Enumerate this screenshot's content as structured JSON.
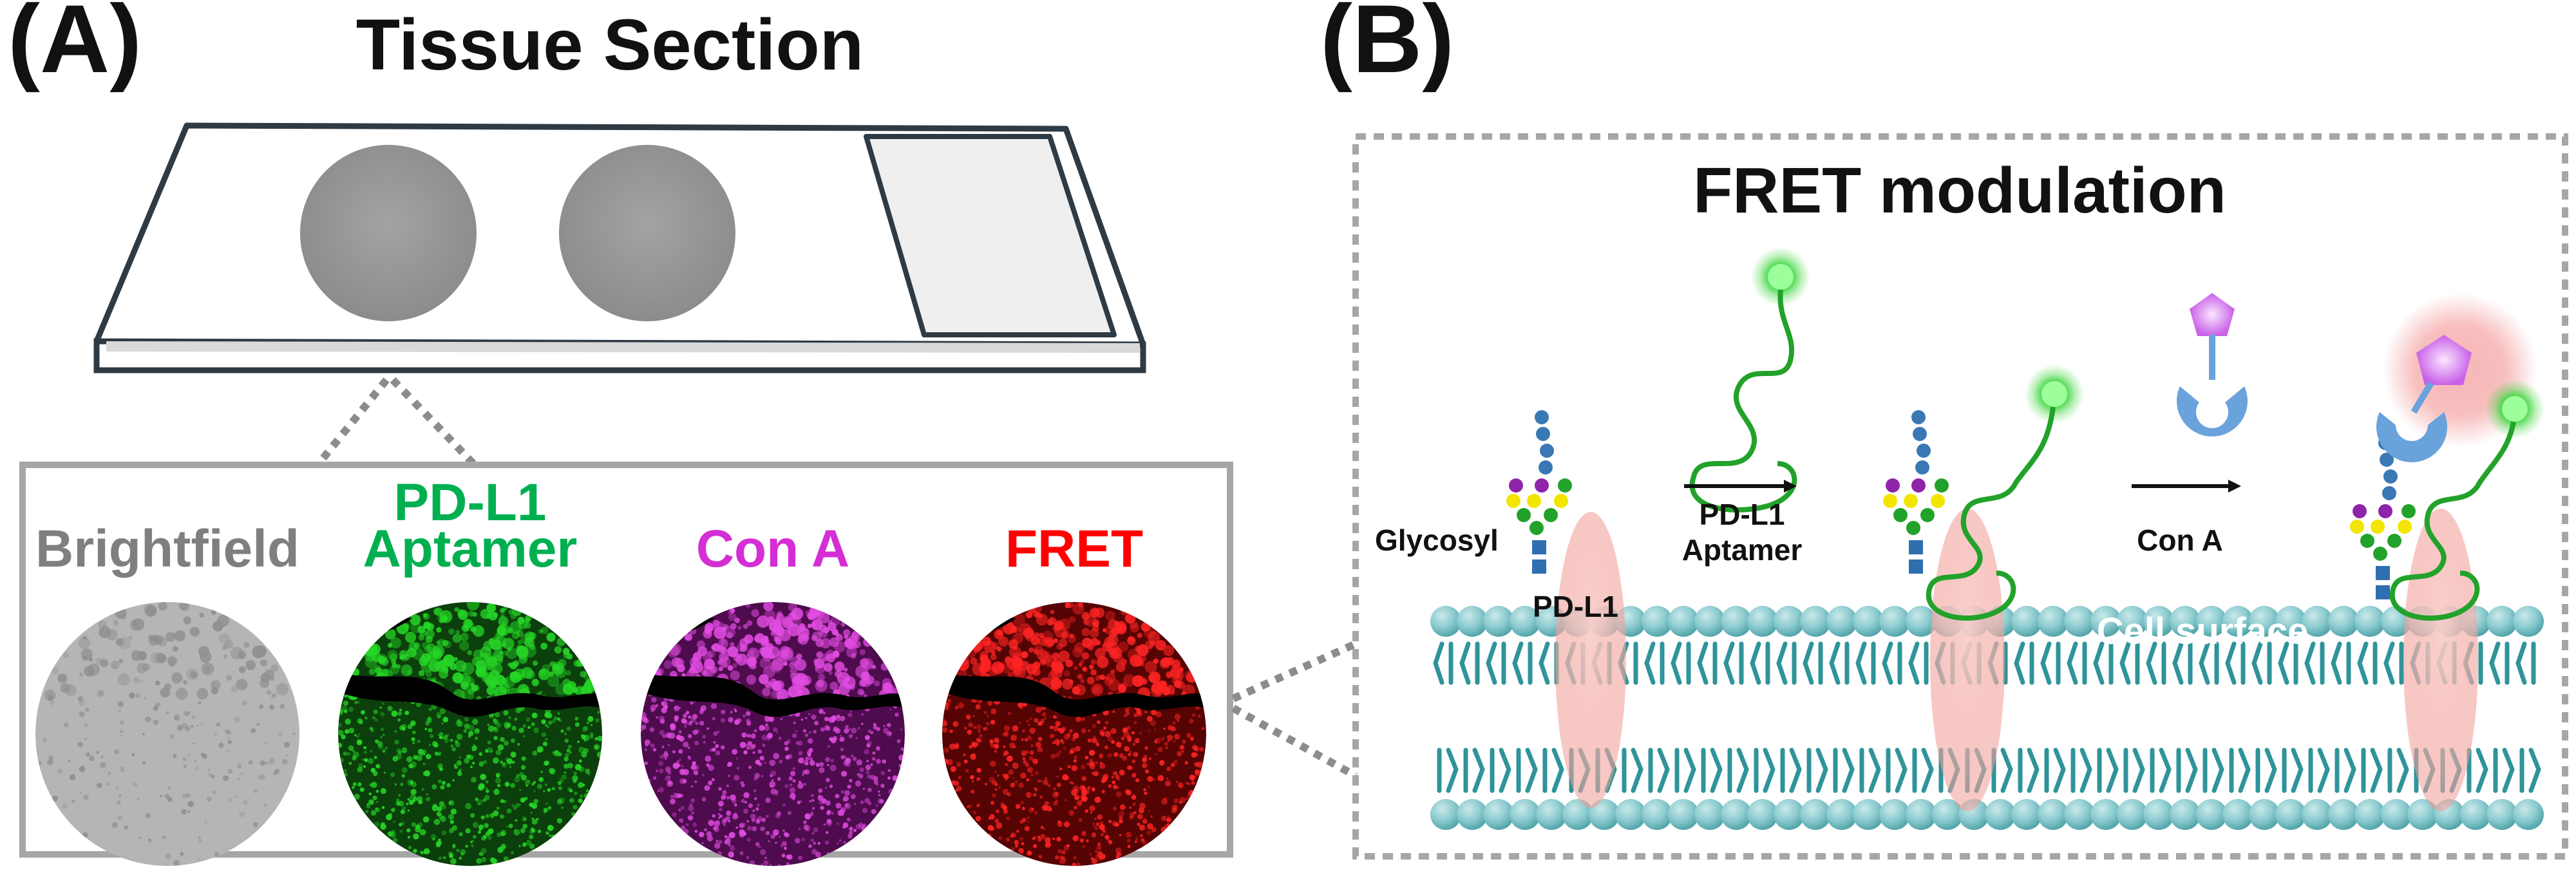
{
  "panel_a": {
    "label": "(A)",
    "title": "Tissue Section",
    "channels": [
      {
        "label": "Brightfield",
        "color": "#7f7f7f",
        "disk": "#b8b8b8",
        "speck": "#8f8f8f"
      },
      {
        "label_line1": "PD-L1",
        "label_line2": "Aptamer",
        "color": "#00b050",
        "disk": "#0b4d0b",
        "speck": "#26d626"
      },
      {
        "label": "Con A",
        "color": "#d42ed4",
        "disk": "#5a0f5a",
        "speck": "#e24ce2"
      },
      {
        "label": "FRET",
        "color": "#ff0000",
        "disk": "#5c0303",
        "speck": "#ff2424"
      }
    ]
  },
  "panel_b": {
    "label": "(B)",
    "title": "FRET modulation",
    "glycosyl": "Glycosyl",
    "pdl1": "PD-L1",
    "arrow1_line1": "PD-L1",
    "arrow1_line2": "Aptamer",
    "arrow2": "Con A",
    "cell_surface": "Cell surface"
  },
  "colors": {
    "membrane": "#7fc4c8",
    "membrane_dark": "#2f9499",
    "protein": "#f6b7b2",
    "aptamer": "#22a22a",
    "dye": "#36d636",
    "cona": "#6aa2dc",
    "ligand": "#d98cf0",
    "frame": "#a6a6a6"
  }
}
